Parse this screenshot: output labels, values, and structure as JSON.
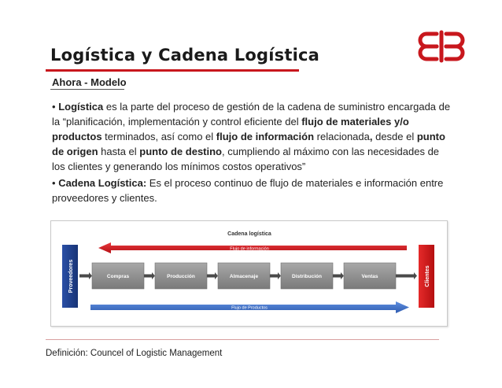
{
  "slide": {
    "title": "Logística y Cadena Logística",
    "subtitle": "Ahora - Modelo",
    "paragraph1": {
      "bullet": "•",
      "t1": "Logística",
      "t2": " es la parte del proceso de gestión de la cadena de suministro encargada de la “planificación, implementación  y control  eficiente del  ",
      "t3": "flujo de materiales  y/o productos",
      "t4": " terminados, así como el ",
      "t5": "flujo de información",
      "t6": " relacionada",
      "t7": ",",
      "t8": " desde el ",
      "t9": "punto de origen",
      "t10": " hasta el ",
      "t11": "punto de destino",
      "t12": ", cumpliendo al máximo con las necesidades de los clientes y generando los mínimos costos operativos”"
    },
    "paragraph2": {
      "bullet": "•",
      "t1": "Cadena Logística:",
      "t2": " Es el proceso continuo de flujo de materiales e información entre proveedores y clientes."
    },
    "footer": "Definición: Councel of Logistic Management"
  },
  "diagram": {
    "title": "Cadena logística",
    "info_flow": "Flujo de información",
    "product_flow": "Flujo de Productos",
    "left": "Proveedores",
    "right": "Clientes",
    "steps": [
      "Compras",
      "Producción",
      "Almacenaje",
      "Distribución",
      "Ventas"
    ]
  },
  "colors": {
    "accent_red": "#c8171d",
    "arrow_red": "#d4141a",
    "arrow_blue": "#3a6bc4",
    "supplier_blue": "#1f3f8f",
    "client_red": "#d01919",
    "step_gray": "#8a8a8a"
  }
}
